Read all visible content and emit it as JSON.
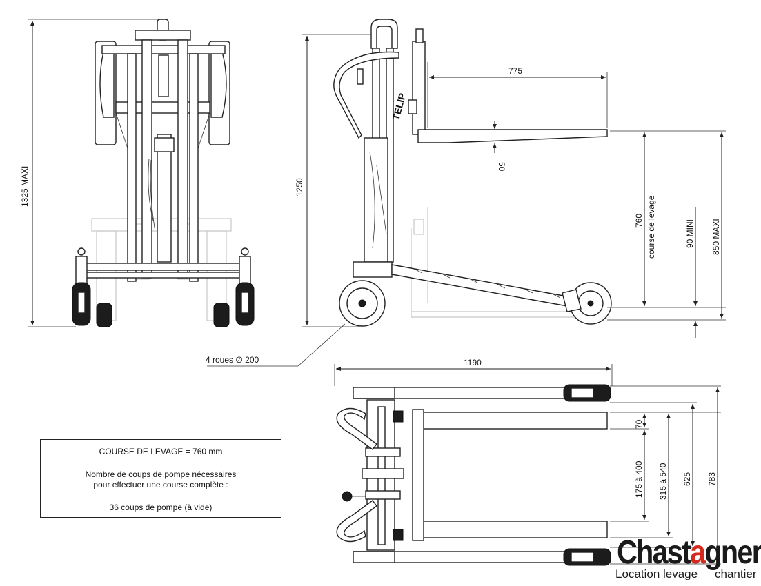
{
  "dimensions": {
    "front_height": "1325 MAXI",
    "side_height": "1250",
    "fork_length": "775",
    "fork_thickness": "50",
    "lift_stroke": "760",
    "lift_stroke_label": "course de levage",
    "min_height": "90 MINI",
    "max_height": "850 MAXI",
    "wheels": "4 roues ∅ 200",
    "total_length": "1190",
    "dim_70": "70",
    "dim_175_400": "175 à 400",
    "dim_315_540": "315 à 540",
    "dim_625": "625",
    "dim_783": "783"
  },
  "brand_plate": "TELIP",
  "info_box": {
    "title": "COURSE DE LEVAGE = 760 mm",
    "line1": "Nombre de coups de pompe nécessaires",
    "line2": "pour effectuer une course complète :",
    "line3": "36 coups de pompe (à vide)"
  },
  "logo": {
    "name_prefix": "Chast",
    "name_accent": "a",
    "name_suffix": "gner",
    "tagline_left": "Location levage",
    "tagline_right": "chantier",
    "accent_color": "#d52b1e"
  }
}
